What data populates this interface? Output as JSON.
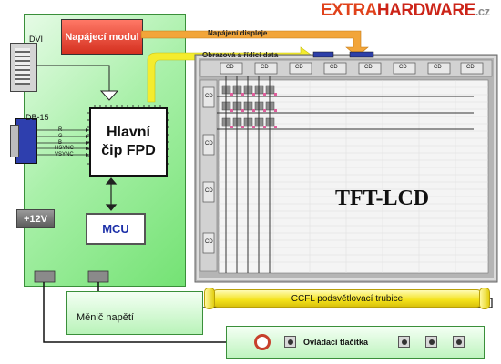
{
  "brand": {
    "part1": "EXTRA",
    "part2": "HARDWARE",
    "part3": ".cz"
  },
  "labels": {
    "psu": "Napájecí modul",
    "power_display": "Napájení displeje",
    "image_data": "Obrazová a řídicí data",
    "dvi": "DVI",
    "db15": "DB-15",
    "chip_line1": "Hlavní",
    "chip_line2": "čip FPD",
    "mcu": "MCU",
    "v12": "+12V",
    "tft": "TFT-LCD",
    "inverter": "Měnič napětí",
    "ccfl": "CCFL podsvětlovací trubice",
    "buttons": "Ovládací tlačítka"
  },
  "signals": [
    "R",
    "G",
    "B",
    "HSYNC",
    "VSYNC"
  ],
  "driver_label": "CD",
  "colors": {
    "board": "#9ded9d",
    "psu": "#e04a33",
    "power_arrow": "#f2a53a",
    "data_arrow": "#f4ec2e",
    "panel_frame": "#b5b5b5",
    "driver_chip": "#2d3fa8",
    "mcu_text": "#1c2fa8",
    "ccfl": "#f4e21a"
  }
}
